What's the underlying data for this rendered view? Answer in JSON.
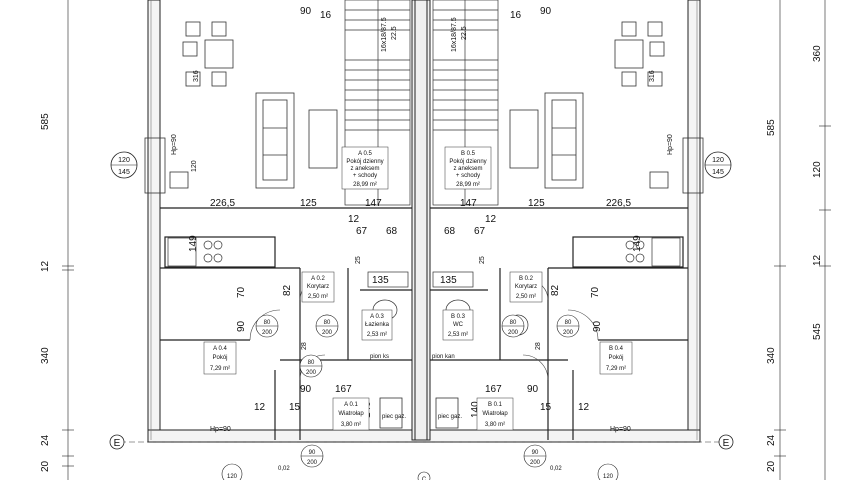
{
  "left_dims": [
    "585",
    "12",
    "340",
    "24",
    "20"
  ],
  "right_dims": [
    "360",
    "585",
    "120",
    "12",
    "545",
    "340",
    "24",
    "20"
  ],
  "hp90": "Hp=90",
  "hp90_bottom": "Hp=90",
  "circle_a": {
    "top": "120",
    "bottom": "145"
  },
  "circle_b": {
    "top": "120",
    "bottom": "145"
  },
  "axis_e": "E",
  "axis_c": "C",
  "bottom_120": "120",
  "bottom_002": "0,02",
  "door_90_200": {
    "top": "90",
    "bottom": "200"
  },
  "door_80_200": {
    "top": "80",
    "bottom": "200"
  },
  "plan_dims_a": {
    "d90": "90",
    "d16": "16",
    "stairs": "16x18/87.5",
    "stairs2": "22.5",
    "d316": "316",
    "d120": "120",
    "d226": "226,5",
    "d125": "125",
    "d147": "147",
    "d12": "12",
    "d67": "67",
    "d68": "68",
    "d149": "149",
    "d25": "25",
    "d135": "135",
    "d70": "70",
    "d82": "82",
    "d90b": "90",
    "d28": "28",
    "d167": "167",
    "d140": "140",
    "d15": "15",
    "d12b": "12",
    "d90c": "90"
  },
  "rooms": {
    "a05": {
      "id": "A 0.5",
      "name": "Pokój dzienny",
      "sub1": "z aneksem",
      "sub2": "+ schody",
      "area": "28,99 m²"
    },
    "b05": {
      "id": "B 0.5",
      "name": "Pokój dzienny",
      "sub1": "z aneksem",
      "sub2": "+ schody",
      "area": "28,99 m²"
    },
    "a02": {
      "id": "A 0.2",
      "name": "Korytarz",
      "area": "2,50 m²"
    },
    "b02": {
      "id": "B 0.2",
      "name": "Korytarz",
      "area": "2,50 m²"
    },
    "a03": {
      "id": "A 0.3",
      "name": "Łazienka",
      "area": "2,53 m²"
    },
    "b03": {
      "id": "B 0.3",
      "name": "WC",
      "area": "2,53 m²"
    },
    "a04": {
      "id": "A 0.4",
      "name": "Pokój",
      "area": "7,29 m²"
    },
    "b04": {
      "id": "B 0.4",
      "name": "Pokój",
      "area": "7,29 m²"
    },
    "a01": {
      "id": "A 0.1",
      "name": "Wiatrołap",
      "area": "3,80 m²"
    },
    "b01": {
      "id": "B 0.1",
      "name": "Wiatrołap",
      "area": "3,80 m²"
    }
  },
  "pion_ks": "pion ks",
  "pion_kan": "pion kan",
  "piec_gaz": "piec gaz."
}
